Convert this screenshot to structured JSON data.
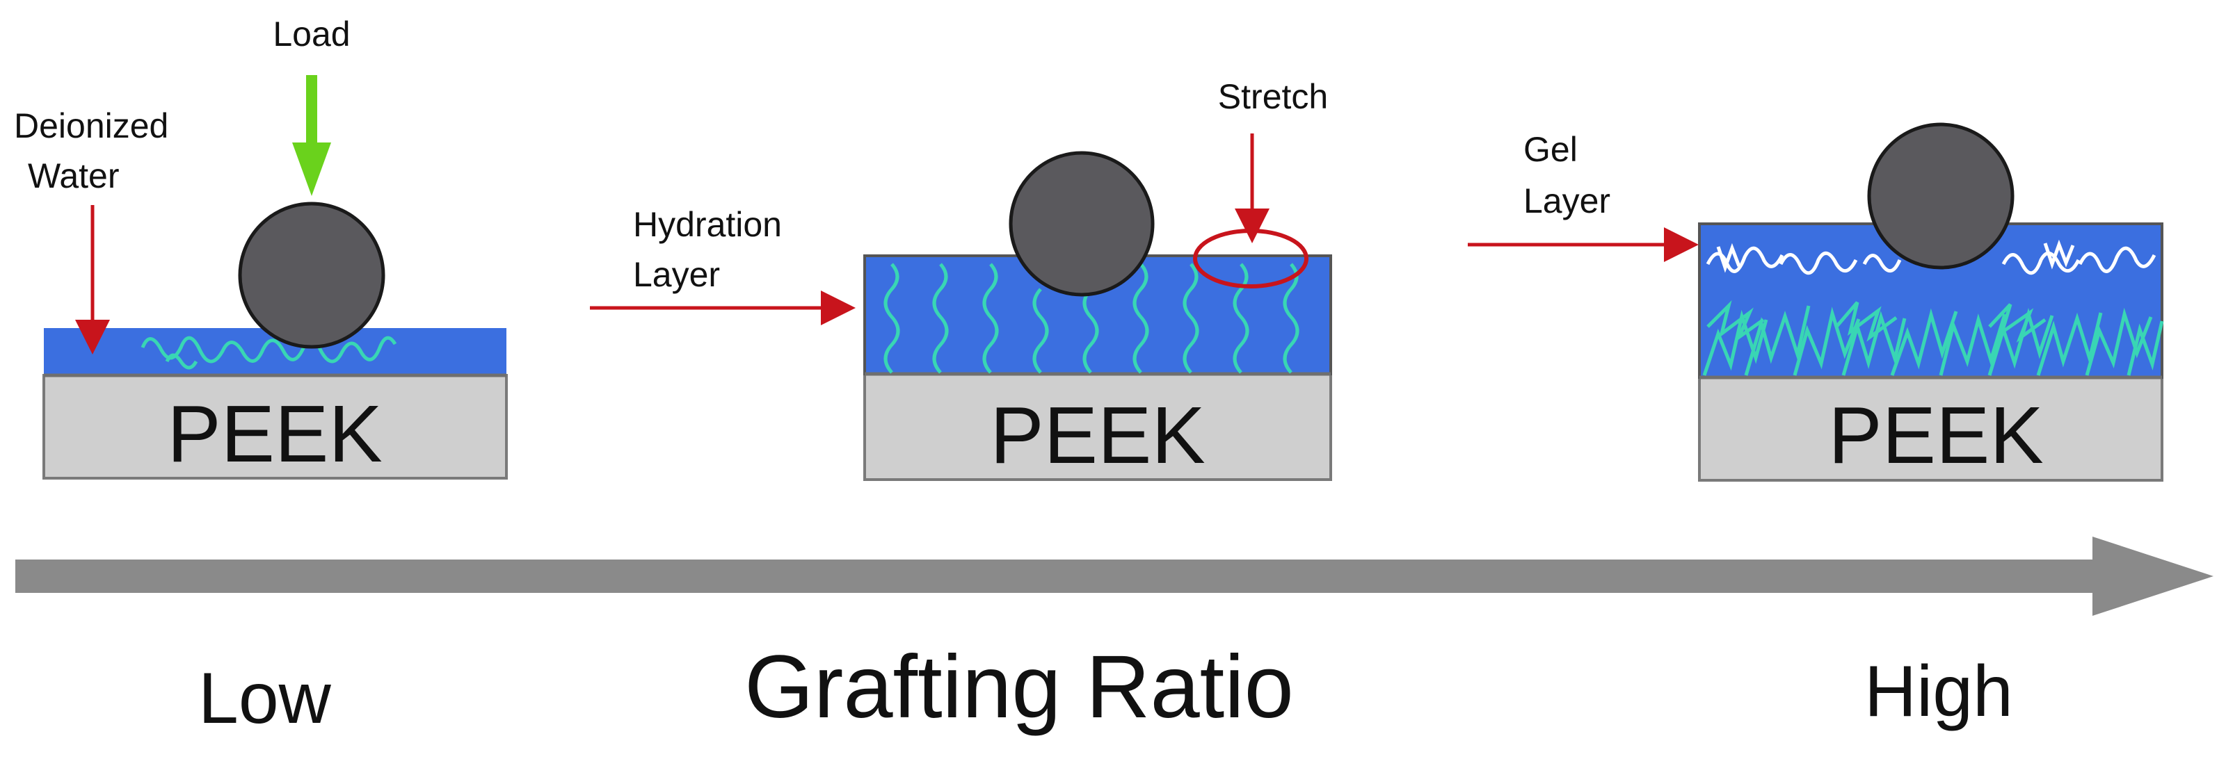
{
  "colors": {
    "water": "#3b6fe0",
    "substrate": "#cfcfcf",
    "ball": "#5a595d",
    "chain": "#39d6b4",
    "gel_chain": "#ffffff",
    "pointer": "#c8141c",
    "load_arrow": "#6ad21c",
    "axis": "#8a8a8a"
  },
  "labels": {
    "load": "Load",
    "deionized": "Deionized",
    "water": "Water",
    "hydration": "Hydration",
    "hydration_layer": "Layer",
    "stretch": "Stretch",
    "gel": "Gel",
    "gel_layer": "Layer",
    "substrate": "PEEK"
  },
  "axis": {
    "low": "Low",
    "title": "Grafting Ratio",
    "high": "High"
  }
}
